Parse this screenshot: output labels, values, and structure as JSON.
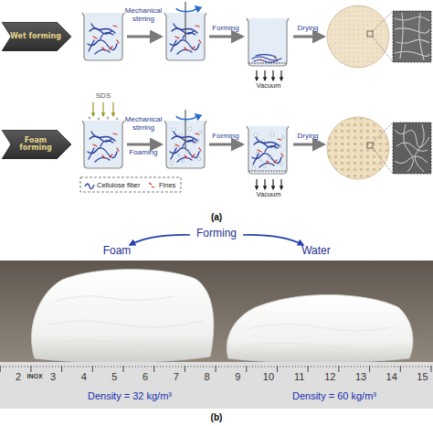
{
  "diagram": {
    "nodes": [
      {
        "text": [
          "Wet forming"
        ]
      },
      {
        "text": [
          "Foam forming"
        ]
      }
    ],
    "labels": [
      "Mechanical stirring",
      "Forming",
      "Drying",
      "Vacuum",
      "SDS",
      "Mechanical stirring",
      "Foaming",
      "Forming",
      "Drying",
      "Vacuum",
      "(a)",
      "Forming",
      "Foam",
      "Water",
      "2",
      "INOX",
      "3",
      "4",
      "5",
      "6",
      "7",
      "8",
      "9",
      "10",
      "11",
      "12",
      "13",
      "14",
      "15",
      "Density = 32 kg/m³",
      "Density = 60 kg/m³",
      "(b)"
    ],
    "legend": [
      {
        "text": "Cellulose fiber"
      },
      {
        "text": "Fines"
      }
    ]
  }
}
